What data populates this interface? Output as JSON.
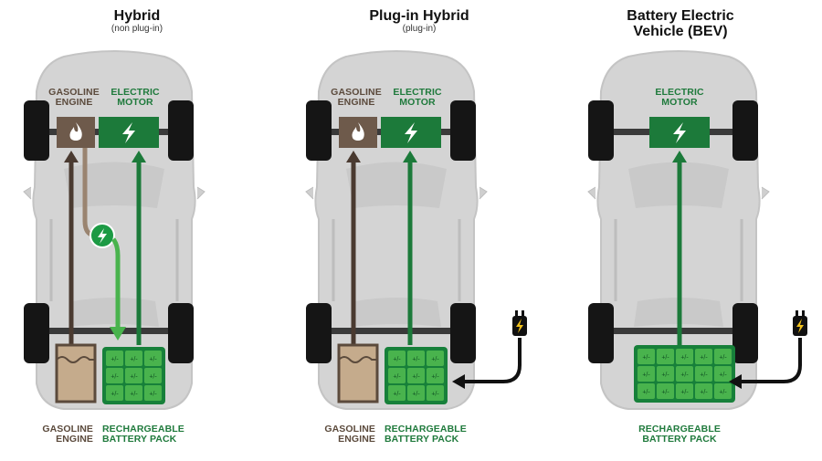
{
  "panels": [
    {
      "title": "Hybrid",
      "subtitle": "(non plug-in)",
      "top_labels": {
        "gasoline": [
          "GASOLINE",
          "ENGINE"
        ],
        "electric": [
          "ELECTRIC",
          "MOTOR"
        ]
      },
      "bottom_labels": {
        "gasoline": [
          "GASOLINE",
          "ENGINE"
        ],
        "battery": [
          "RECHARGEABLE",
          "BATTERY PACK"
        ]
      }
    },
    {
      "title": "Plug-in Hybrid",
      "subtitle": "(plug-in)",
      "top_labels": {
        "gasoline": [
          "GASOLINE",
          "ENGINE"
        ],
        "electric": [
          "ELECTRIC",
          "MOTOR"
        ]
      },
      "bottom_labels": {
        "gasoline": [
          "GASOLINE",
          "ENGINE"
        ],
        "battery": [
          "RECHARGEABLE",
          "BATTERY PACK"
        ]
      }
    },
    {
      "title": [
        "Battery Electric",
        "Vehicle (BEV)"
      ],
      "top_labels": {
        "electric": [
          "ELECTRIC",
          "MOTOR"
        ]
      },
      "bottom_labels": {
        "battery": [
          "RECHARGEABLE",
          "BATTERY PACK"
        ]
      }
    }
  ],
  "battery_cell_label": "+/-",
  "colors": {
    "car_body": "#d4d4d4",
    "car_line": "#b9b9b9",
    "tire": "#151515",
    "gas": "#6e5a4b",
    "gas_tank": "#c5ab8c",
    "electric": "#1c7a3a",
    "electric_light": "#49b34d",
    "battery_bg": "#17803a",
    "plug": "#111111",
    "plug_bolt": "#f2c21b"
  },
  "icons": [
    "flame-icon",
    "lightning-bolt-icon",
    "plug-icon",
    "generator-icon"
  ]
}
